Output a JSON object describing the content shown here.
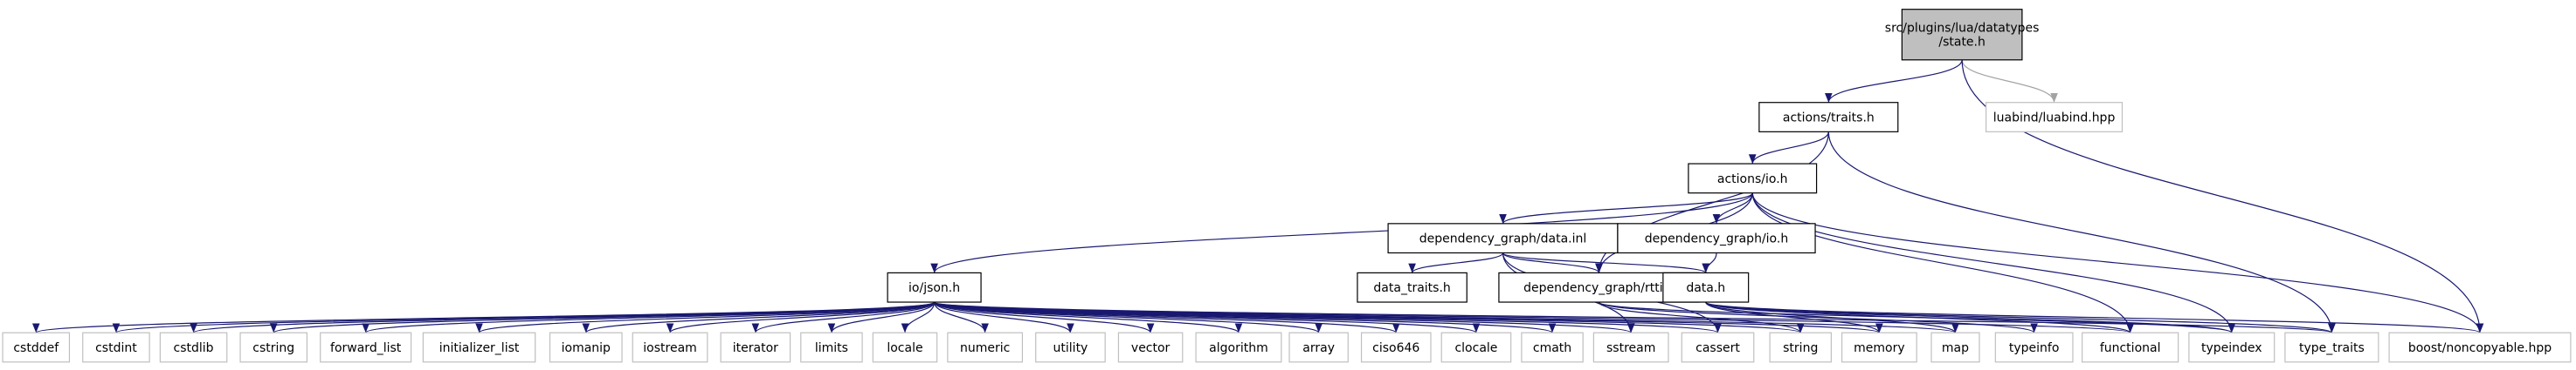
{
  "colors": {
    "root_fill": "#bfbfbf",
    "node_fill": "#ffffff",
    "node_border": "#000000",
    "external_border": "#bfbfbf",
    "text": "#000000",
    "edge": "#191970",
    "edge_external": "#a3a3a3"
  },
  "nodes": [
    {
      "id": "state_h",
      "label": "src/plugins/lua/datatypes\n/state.h",
      "style": "root"
    },
    {
      "id": "actions_traits",
      "label": "actions/traits.h",
      "style": "internal"
    },
    {
      "id": "luabind",
      "label": "luabind/luabind.hpp",
      "style": "external"
    },
    {
      "id": "actions_io",
      "label": "actions/io.h",
      "style": "internal"
    },
    {
      "id": "dg_data_inl",
      "label": "dependency_graph/data.inl",
      "style": "internal"
    },
    {
      "id": "dg_io",
      "label": "dependency_graph/io.h",
      "style": "internal"
    },
    {
      "id": "io_json",
      "label": "io/json.h",
      "style": "internal"
    },
    {
      "id": "data_traits",
      "label": "data_traits.h",
      "style": "internal"
    },
    {
      "id": "dg_rtti",
      "label": "dependency_graph/rtti.h",
      "style": "internal"
    },
    {
      "id": "data_h",
      "label": "data.h",
      "style": "internal"
    },
    {
      "id": "cstddef",
      "label": "cstddef",
      "style": "external"
    },
    {
      "id": "cstdint",
      "label": "cstdint",
      "style": "external"
    },
    {
      "id": "cstdlib",
      "label": "cstdlib",
      "style": "external"
    },
    {
      "id": "cstring",
      "label": "cstring",
      "style": "external"
    },
    {
      "id": "forward_list",
      "label": "forward_list",
      "style": "external"
    },
    {
      "id": "initializer_list",
      "label": "initializer_list",
      "style": "external"
    },
    {
      "id": "iomanip",
      "label": "iomanip",
      "style": "external"
    },
    {
      "id": "iostream",
      "label": "iostream",
      "style": "external"
    },
    {
      "id": "iterator",
      "label": "iterator",
      "style": "external"
    },
    {
      "id": "limits",
      "label": "limits",
      "style": "external"
    },
    {
      "id": "locale",
      "label": "locale",
      "style": "external"
    },
    {
      "id": "numeric",
      "label": "numeric",
      "style": "external"
    },
    {
      "id": "utility",
      "label": "utility",
      "style": "external"
    },
    {
      "id": "vector",
      "label": "vector",
      "style": "external"
    },
    {
      "id": "algorithm",
      "label": "algorithm",
      "style": "external"
    },
    {
      "id": "array",
      "label": "array",
      "style": "external"
    },
    {
      "id": "ciso646",
      "label": "ciso646",
      "style": "external"
    },
    {
      "id": "clocale",
      "label": "clocale",
      "style": "external"
    },
    {
      "id": "cmath",
      "label": "cmath",
      "style": "external"
    },
    {
      "id": "sstream",
      "label": "sstream",
      "style": "external"
    },
    {
      "id": "cassert",
      "label": "cassert",
      "style": "external"
    },
    {
      "id": "string",
      "label": "string",
      "style": "external"
    },
    {
      "id": "memory",
      "label": "memory",
      "style": "external"
    },
    {
      "id": "map",
      "label": "map",
      "style": "external"
    },
    {
      "id": "typeinfo",
      "label": "typeinfo",
      "style": "external"
    },
    {
      "id": "functional",
      "label": "functional",
      "style": "external"
    },
    {
      "id": "typeindex",
      "label": "typeindex",
      "style": "external"
    },
    {
      "id": "type_traits",
      "label": "type_traits",
      "style": "external"
    },
    {
      "id": "boost_noncopyable",
      "label": "boost/noncopyable.hpp",
      "style": "external"
    }
  ],
  "edges": [
    [
      "state_h",
      "actions_traits"
    ],
    [
      "state_h",
      "luabind"
    ],
    [
      "state_h",
      "boost_noncopyable"
    ],
    [
      "actions_traits",
      "actions_io"
    ],
    [
      "actions_traits",
      "dg_rtti"
    ],
    [
      "actions_traits",
      "type_traits"
    ],
    [
      "actions_io",
      "io_json"
    ],
    [
      "actions_io",
      "dg_data_inl"
    ],
    [
      "actions_io",
      "dg_io"
    ],
    [
      "actions_io",
      "dg_rtti"
    ],
    [
      "actions_io",
      "functional"
    ],
    [
      "actions_io",
      "typeindex"
    ],
    [
      "actions_io",
      "boost_noncopyable"
    ],
    [
      "dg_data_inl",
      "data_traits"
    ],
    [
      "dg_data_inl",
      "dg_rtti"
    ],
    [
      "dg_data_inl",
      "data_h"
    ],
    [
      "dg_data_inl",
      "sstream"
    ],
    [
      "dg_data_inl",
      "cassert"
    ],
    [
      "dg_io",
      "data_h"
    ],
    [
      "io_json",
      "cstddef"
    ],
    [
      "io_json",
      "cstdint"
    ],
    [
      "io_json",
      "cstdlib"
    ],
    [
      "io_json",
      "cstring"
    ],
    [
      "io_json",
      "forward_list"
    ],
    [
      "io_json",
      "initializer_list"
    ],
    [
      "io_json",
      "iomanip"
    ],
    [
      "io_json",
      "iostream"
    ],
    [
      "io_json",
      "iterator"
    ],
    [
      "io_json",
      "limits"
    ],
    [
      "io_json",
      "locale"
    ],
    [
      "io_json",
      "numeric"
    ],
    [
      "io_json",
      "utility"
    ],
    [
      "io_json",
      "vector"
    ],
    [
      "io_json",
      "algorithm"
    ],
    [
      "io_json",
      "array"
    ],
    [
      "io_json",
      "ciso646"
    ],
    [
      "io_json",
      "clocale"
    ],
    [
      "io_json",
      "cmath"
    ],
    [
      "io_json",
      "sstream"
    ],
    [
      "io_json",
      "cassert"
    ],
    [
      "io_json",
      "string"
    ],
    [
      "io_json",
      "memory"
    ],
    [
      "io_json",
      "map"
    ],
    [
      "io_json",
      "functional"
    ],
    [
      "io_json",
      "type_traits"
    ],
    [
      "dg_rtti",
      "string"
    ],
    [
      "dg_rtti",
      "typeinfo"
    ],
    [
      "dg_rtti",
      "typeindex"
    ],
    [
      "data_h",
      "memory"
    ],
    [
      "data_h",
      "map"
    ],
    [
      "data_h",
      "functional"
    ],
    [
      "data_h",
      "typeindex"
    ],
    [
      "data_h",
      "type_traits"
    ],
    [
      "data_h",
      "boost_noncopyable"
    ]
  ]
}
